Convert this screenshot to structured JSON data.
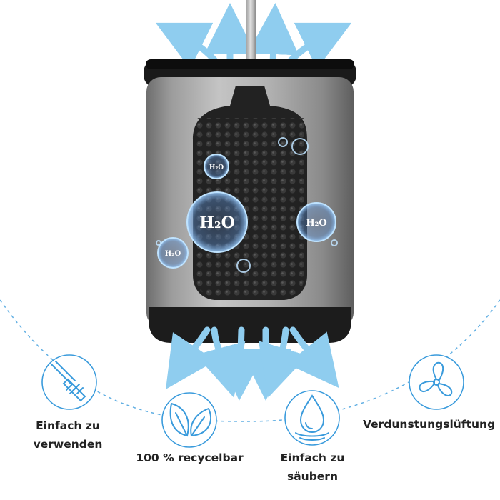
{
  "bubbles": [
    {
      "label": "H₂O"
    },
    {
      "label": "H₂O"
    },
    {
      "label": "H₂O"
    },
    {
      "label": "H₂O"
    }
  ],
  "features": [
    {
      "label_line1": "Einfach zu",
      "label_line2": "verwenden",
      "icon": "brush-icon"
    },
    {
      "label_line1": "100 % recycelbar",
      "label_line2": "",
      "icon": "leaf-icon"
    },
    {
      "label_line1": "Einfach zu",
      "label_line2": "säubern",
      "icon": "water-drop-icon"
    },
    {
      "label_line1": "Verdunstungslüftung",
      "label_line2": "",
      "icon": "fan-icon"
    }
  ],
  "colors": {
    "accent": "#3a9bdc",
    "arrow": "#8fcdef",
    "steel": "#a9a9a9",
    "rubber": "#1f1f1f"
  }
}
